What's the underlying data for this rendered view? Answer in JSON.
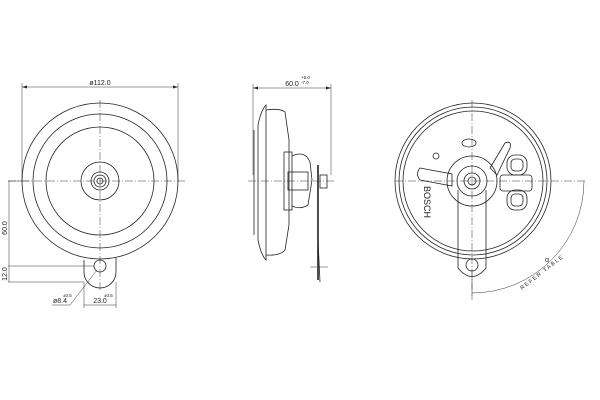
{
  "drawing": {
    "front_view": {
      "diameter_label": "ø112.0",
      "height_label": "60.0",
      "bracket_height_label": "12.0",
      "hole_label": "ø8.4",
      "hole_tolerance": "±0.5",
      "offset_label": "23.0",
      "offset_tolerance": "±0.5"
    },
    "side_view": {
      "depth_label": "60.0",
      "depth_tol_upper": "+5.0",
      "depth_tol_lower": "-7.0"
    },
    "rear_view": {
      "brand_text": "BOSCH",
      "angle_symbol": "α",
      "refer_text": "REFER TABLE"
    }
  }
}
